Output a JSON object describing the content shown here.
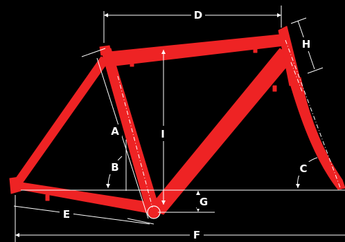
{
  "diagram": {
    "background": "#000000",
    "frame_color": "#ee2324",
    "line_color": "#ffffff",
    "labels": {
      "A": "A",
      "B": "B",
      "C": "C",
      "D": "D",
      "E": "E",
      "F": "F",
      "G": "G",
      "H": "H",
      "I": "I"
    }
  }
}
